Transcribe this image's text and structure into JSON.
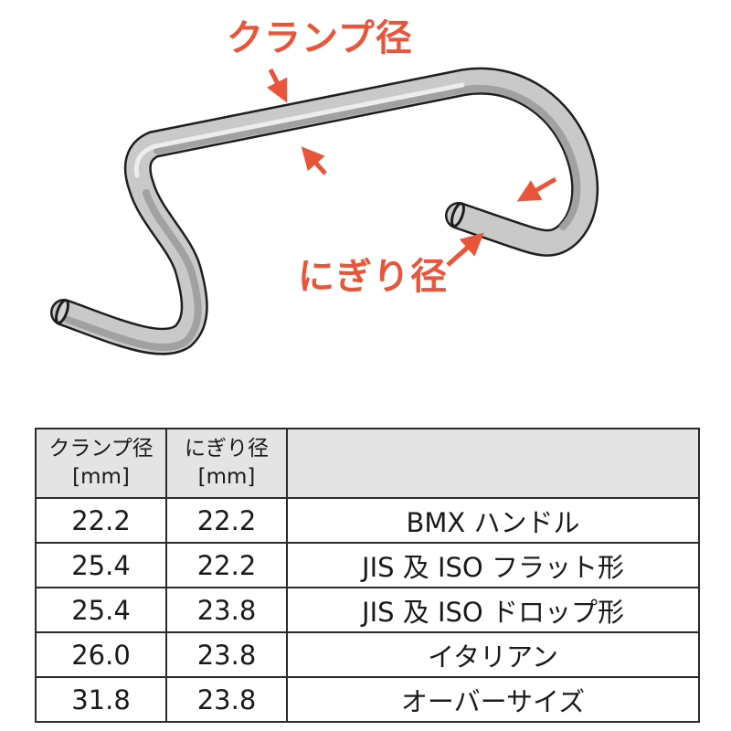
{
  "diagram": {
    "clamp_label": "クランプ径",
    "grip_label": "にぎり径",
    "colors": {
      "accent": "#e8553a",
      "bar_body": "#c9c9c9",
      "bar_shadow": "#8f8f8f",
      "bar_outline": "#1e1e1e",
      "header_bg": "#e4e4e4"
    }
  },
  "table": {
    "headers": [
      {
        "line1": "クランプ径",
        "line2": "[mm]"
      },
      {
        "line1": "にぎり径",
        "line2": "[mm]"
      },
      {
        "line1": "",
        "line2": ""
      }
    ],
    "rows": [
      {
        "clamp": "22.2",
        "grip": "22.2",
        "type": "BMX ハンドル"
      },
      {
        "clamp": "25.4",
        "grip": "22.2",
        "type": "JIS 及 ISO フラット形"
      },
      {
        "clamp": "25.4",
        "grip": "23.8",
        "type": "JIS 及 ISO ドロップ形"
      },
      {
        "clamp": "26.0",
        "grip": "23.8",
        "type": "イタリアン"
      },
      {
        "clamp": "31.8",
        "grip": "23.8",
        "type": "オーバーサイズ"
      }
    ]
  }
}
